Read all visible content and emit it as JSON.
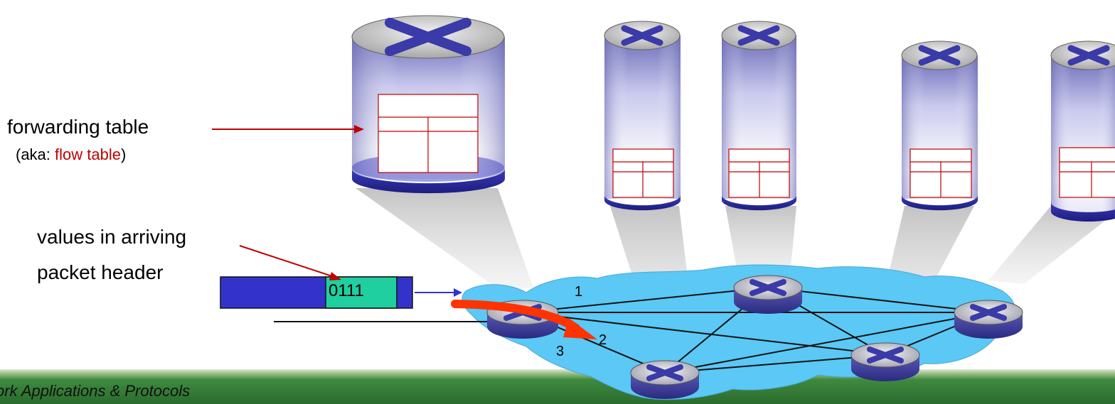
{
  "labels": {
    "forwarding_table": "forwarding table",
    "aka_prefix": "(aka: ",
    "flow_table": "flow table",
    "aka_suffix": ")",
    "values_line1": "values in arriving",
    "values_line2": "packet header",
    "packet_value": "0111",
    "port_1": "1",
    "port_2": "2",
    "port_3": "3"
  },
  "footer": {
    "text": "ork Applications & Protocols"
  },
  "colors": {
    "network_cloud": "#5bc8f5",
    "router_body": "#3a3aa8",
    "table_lines": "#c00000",
    "packet_fill": "#3333cc",
    "packet_field": "#1fcf9f",
    "flow_arrow": "#ff3300",
    "footer_green": "#2f7d3a"
  }
}
